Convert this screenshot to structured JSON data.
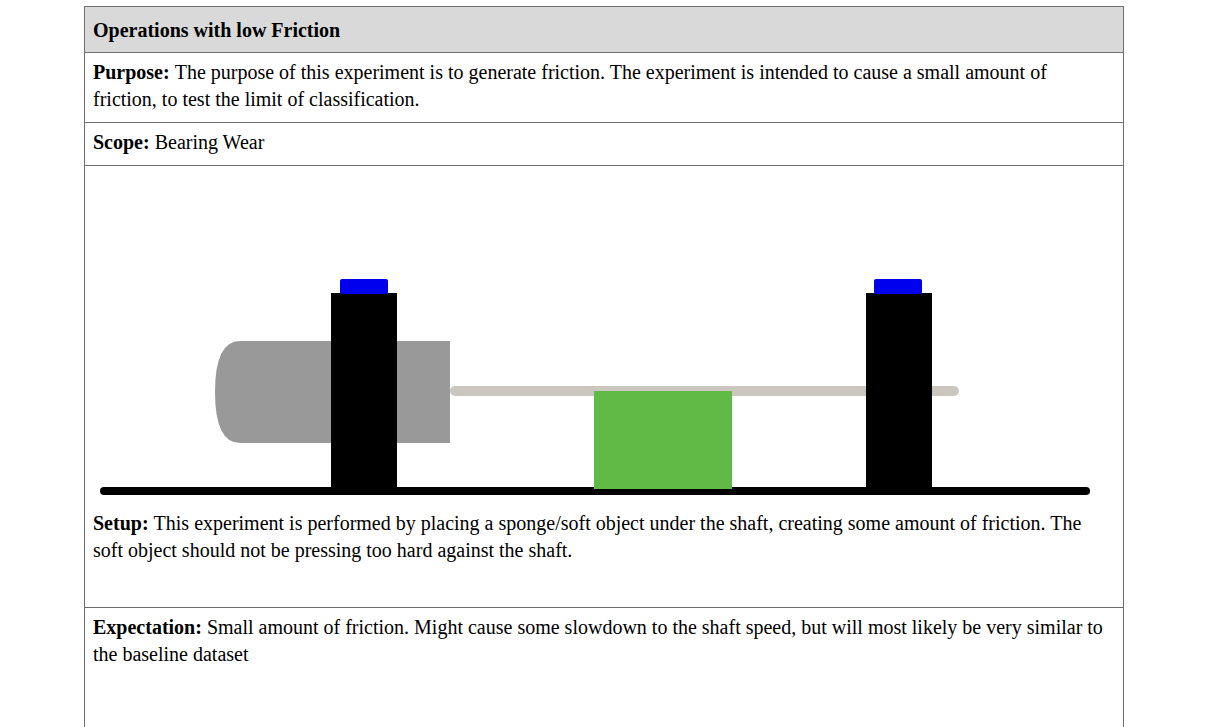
{
  "diagram": {
    "title": "Operations with low Friction",
    "nodes": [
      {
        "text": [
          "Purpose:",
          "The purpose of this experiment is to generate friction. The experiment is intended to cause a small amount of friction, to test the limit of classification."
        ]
      },
      {
        "text": [
          "Scope:",
          "Bearing Wear"
        ]
      },
      {
        "text": [
          "Setup:",
          "This experiment is performed by placing a sponge/soft object under the shaft, creating some amount of friction. The soft object should not be pressing too hard against the shaft."
        ]
      },
      {
        "text": [
          "Expectation:",
          "Small amount of friction. Might cause some slowdown to the shaft speed, but will most likely be very similar to the baseline dataset"
        ]
      }
    ]
  }
}
